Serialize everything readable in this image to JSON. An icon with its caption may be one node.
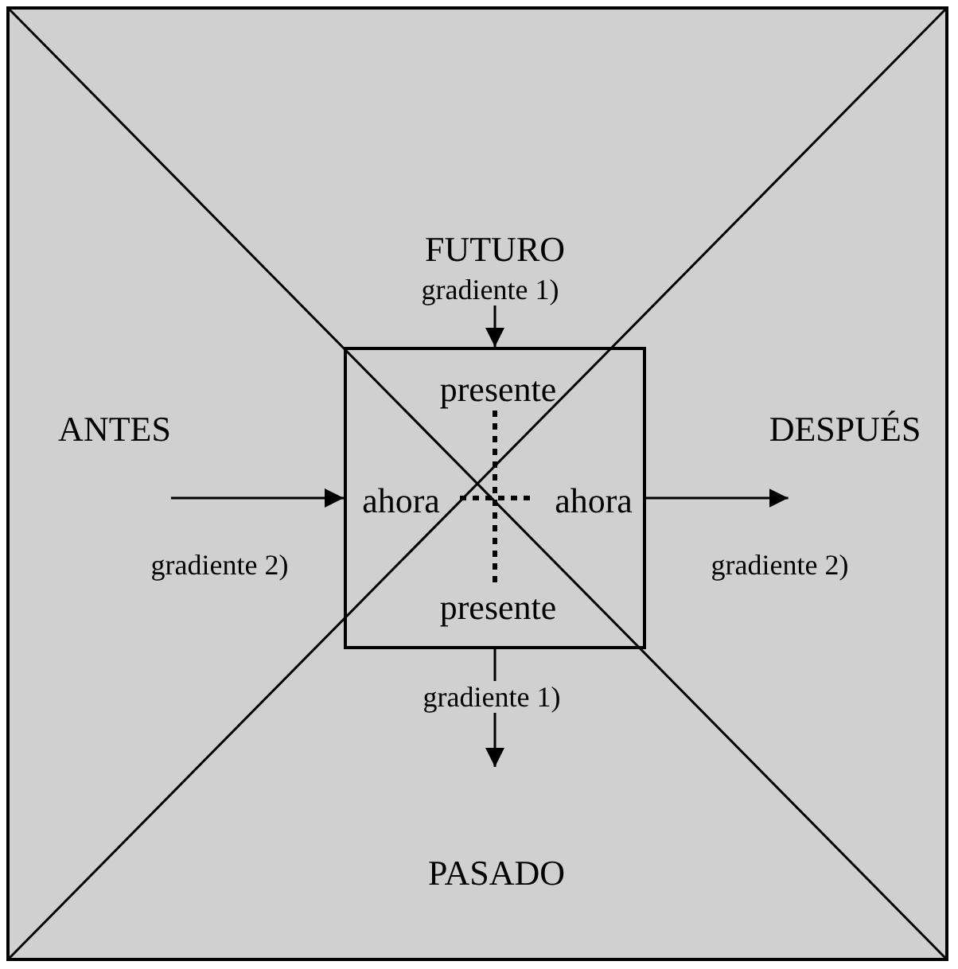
{
  "diagram": {
    "nodes": [
      {
        "text": [
          "FUTURO"
        ]
      },
      {
        "text": [
          "ANTES"
        ]
      },
      {
        "text": [
          "presente",
          "ahora",
          "ahora",
          "presente"
        ]
      },
      {
        "text": [
          "DESPUÉS"
        ]
      },
      {
        "text": [
          "PASADO"
        ]
      }
    ],
    "edges": [
      {
        "from": 0,
        "to": 2,
        "arrow": "to",
        "label": "gradiente 1)"
      },
      {
        "from": 1,
        "to": 2,
        "arrow": "to",
        "label": "gradiente 2)"
      },
      {
        "from": 2,
        "to": 3,
        "arrow": "to",
        "label": "gradiente 2)"
      },
      {
        "from": 2,
        "to": 4,
        "arrow": "to",
        "label": "gradiente 1)"
      }
    ]
  }
}
